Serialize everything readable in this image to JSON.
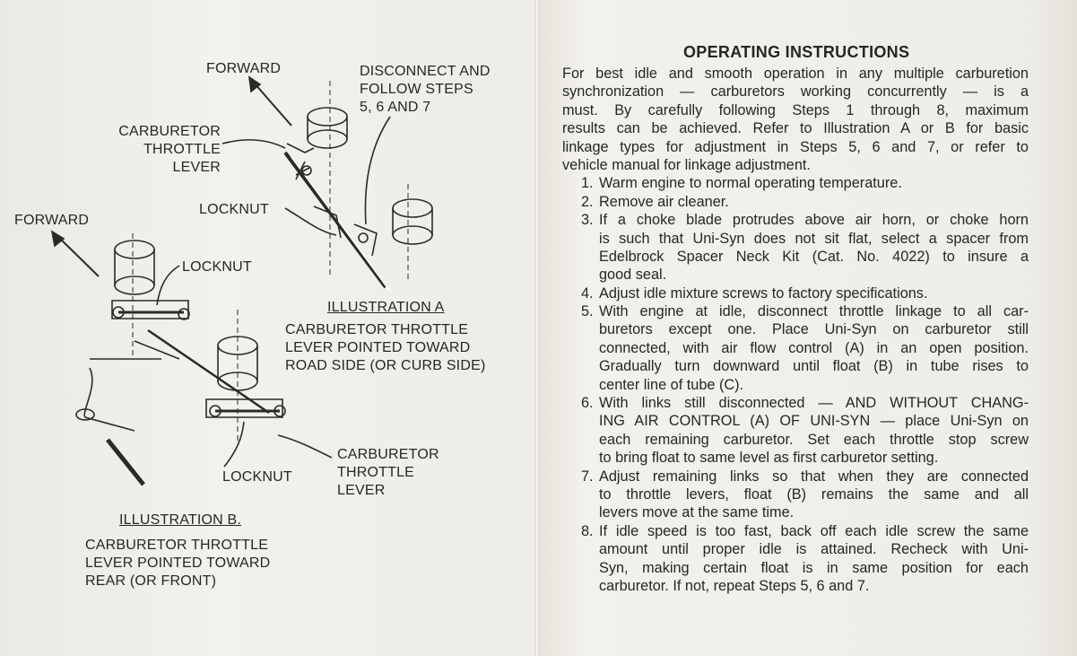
{
  "illustration_labels": {
    "forward_a": "FORWARD",
    "disconnect": [
      "DISCONNECT AND",
      "FOLLOW STEPS",
      "5, 6 AND 7"
    ],
    "carb_lever_a": [
      "CARBURETOR",
      "THROTTLE",
      "LEVER"
    ],
    "locknut_a": "LOCKNUT",
    "forward_b": "FORWARD",
    "locknut_b1": "LOCKNUT",
    "illustration_a_title": "ILLUSTRATION A",
    "illustration_a_caption": [
      "CARBURETOR THROTTLE",
      "LEVER POINTED TOWARD",
      "ROAD SIDE (OR CURB SIDE)"
    ],
    "carb_lever_b": [
      "CARBURETOR",
      "THROTTLE",
      "LEVER"
    ],
    "locknut_b2": "LOCKNUT",
    "illustration_b_title": "ILLUSTRATION B.",
    "illustration_b_caption": [
      "CARBURETOR THROTTLE",
      "LEVER POINTED TOWARD",
      "REAR (OR FRONT)"
    ]
  },
  "instructions": {
    "title": "OPERATING INSTRUCTIONS",
    "intro": [
      "For best idle and smooth operation in any multiple carburetion",
      "synchronization — carburetors working concurrently — is a",
      "must. By carefully following Steps 1 through 8, maximum",
      "results can be achieved. Refer to Illustration A or B for basic",
      "linkage types for adjustment in Steps 5, 6 and 7, or refer to",
      "vehicle manual for linkage adjustment."
    ],
    "steps": [
      {
        "num": "1.",
        "lines": [
          "Warm engine to normal operating temperature."
        ]
      },
      {
        "num": "2.",
        "lines": [
          "Remove air cleaner."
        ]
      },
      {
        "num": "3.",
        "lines": [
          "If a choke blade protrudes above air horn, or choke horn",
          "is such that Uni-Syn does not sit flat, select a spacer from",
          "Edelbrock Spacer Neck Kit (Cat. No. 4022) to insure a",
          "good seal."
        ]
      },
      {
        "num": "4.",
        "lines": [
          "Adjust idle mixture screws to factory specifications."
        ]
      },
      {
        "num": "5.",
        "lines": [
          "With engine at idle, disconnect throttle linkage to all car-",
          "buretors except one. Place Uni-Syn on carburetor still",
          "connected, with air flow control (A) in an open position.",
          "Gradually turn downward until float (B) in tube rises to",
          "center line of tube (C)."
        ]
      },
      {
        "num": "6.",
        "lines": [
          "With links still disconnected — AND WITHOUT CHANG-",
          "ING AIR CONTROL (A) OF UNI-SYN — place Uni-Syn on",
          "each remaining carburetor. Set each throttle stop screw",
          "to bring float to same level as first carburetor setting."
        ]
      },
      {
        "num": "7.",
        "lines": [
          "Adjust remaining links so that when they are connected",
          "to throttle levers, float (B) remains the same and all",
          "levers move at the same time."
        ]
      },
      {
        "num": "8.",
        "lines": [
          "If idle speed is too fast, back off each idle screw the same",
          "amount until proper idle is attained. Recheck with Uni-",
          "Syn, making certain float is in same position for each",
          "carburetor. If not, repeat Steps 5, 6 and 7."
        ]
      }
    ]
  }
}
